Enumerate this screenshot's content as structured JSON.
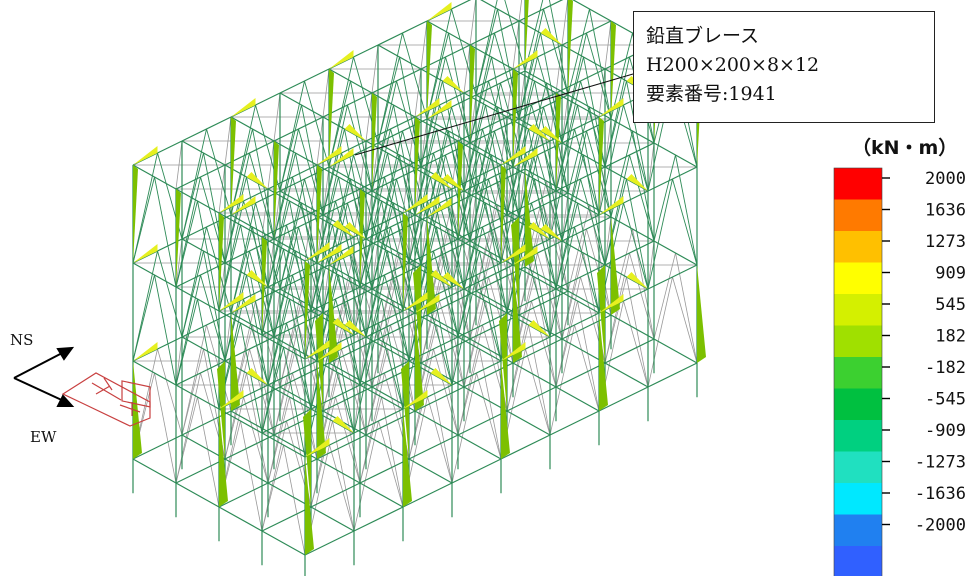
{
  "callout": {
    "line1": "鉛直ブレース",
    "line2": "H200×200×8×12",
    "line3": "要素番号:1941"
  },
  "legend": {
    "unit": "（kN・m）",
    "ticks": [
      "2000",
      "1636",
      "1273",
      "909",
      "545",
      "182",
      "-182",
      "-545",
      "-909",
      "-1273",
      "-1636",
      "-2000"
    ],
    "colors": [
      "#ff0000",
      "#ff7a00",
      "#ffc000",
      "#ffff00",
      "#d4f000",
      "#a0e000",
      "#3cd030",
      "#00c040",
      "#00d080",
      "#20e0c0",
      "#00e8ff",
      "#2080f0",
      "#3060ff"
    ]
  },
  "axes": {
    "ns_label": "NS",
    "ew_label": "EW"
  },
  "colors": {
    "member": "#2e8b57",
    "diaphragm": "#999999",
    "moment_fill": "#7cc000",
    "moment_highlight": "#e6f020",
    "origin_marker": "#c84040"
  }
}
